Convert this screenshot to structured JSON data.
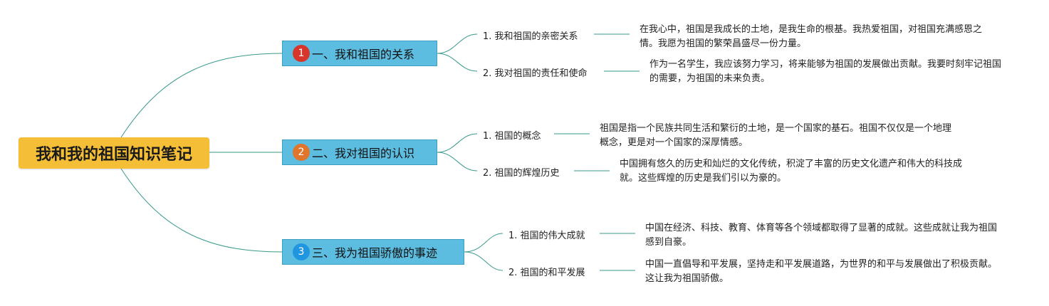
{
  "root": {
    "title": "我和我的祖国知识笔记"
  },
  "colors": {
    "root_bg": "#f4be36",
    "branch_bg": "#5cbde0",
    "connector": "#3a9a8c",
    "badge_1": "#d9362b",
    "badge_2": "#e0752c",
    "badge_3": "#2196e0"
  },
  "branches": [
    {
      "badge": "1",
      "label": "一、我和祖国的关系",
      "subtopics": [
        {
          "label": "1. 我和祖国的亲密关系",
          "text": "在我心中，祖国是我成长的土地，是我生命的根基。我热爱祖国，对祖国充满感恩之情。我愿为祖国的繁荣昌盛尽一份力量。"
        },
        {
          "label": "2. 我对祖国的责任和使命",
          "text": "作为一名学生，我应该努力学习，将来能够为祖国的发展做出贡献。我要时刻牢记祖国的需要，为祖国的未来负责。"
        }
      ]
    },
    {
      "badge": "2",
      "label": "二、我对祖国的认识",
      "subtopics": [
        {
          "label": "1. 祖国的概念",
          "text": "祖国是指一个民族共同生活和繁衍的土地，是一个国家的基石。祖国不仅仅是一个地理概念，更是对一个国家的深厚情感。"
        },
        {
          "label": "2. 祖国的辉煌历史",
          "text": "中国拥有悠久的历史和灿烂的文化传统，积淀了丰富的历史文化遗产和伟大的科技成就。这些辉煌的历史是我们引以为豪的。"
        }
      ]
    },
    {
      "badge": "3",
      "label": "三、我为祖国骄傲的事迹",
      "subtopics": [
        {
          "label": "1. 祖国的伟大成就",
          "text": "中国在经济、科技、教育、体育等各个领域都取得了显著的成就。这些成就让我为祖国感到自豪。"
        },
        {
          "label": "2. 祖国的和平发展",
          "text": "中国一直倡导和平发展，坚持走和平发展道路，为世界的和平与发展做出了积极贡献。这让我为祖国骄傲。"
        }
      ]
    }
  ]
}
